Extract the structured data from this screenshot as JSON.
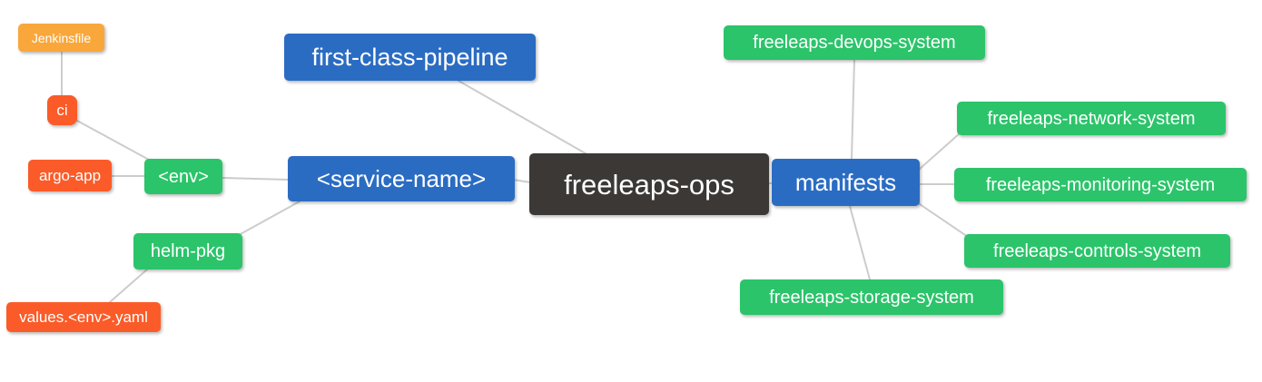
{
  "diagram": {
    "type": "mindmap",
    "root": "freeleaps-ops",
    "nodes": {
      "jenkinsfile": {
        "label": "Jenkinsfile",
        "color_role": "orange"
      },
      "ci": {
        "label": "ci",
        "color_role": "red"
      },
      "argo_app": {
        "label": "argo-app",
        "color_role": "red"
      },
      "env": {
        "label": "<env>",
        "color_role": "green"
      },
      "helm_pkg": {
        "label": "helm-pkg",
        "color_role": "green"
      },
      "values_yaml": {
        "label": "values.<env>.yaml",
        "color_role": "red"
      },
      "first_class_pipeline": {
        "label": "first-class-pipeline",
        "color_role": "blue"
      },
      "service_name": {
        "label": "<service-name>",
        "color_role": "blue"
      },
      "freeleaps_ops": {
        "label": "freeleaps-ops",
        "color_role": "dark"
      },
      "manifests": {
        "label": "manifests",
        "color_role": "blue"
      },
      "devops_system": {
        "label": "freeleaps-devops-system",
        "color_role": "green"
      },
      "network_system": {
        "label": "freeleaps-network-system",
        "color_role": "green"
      },
      "monitoring_system": {
        "label": "freeleaps-monitoring-system",
        "color_role": "green"
      },
      "controls_system": {
        "label": "freeleaps-controls-system",
        "color_role": "green"
      },
      "storage_system": {
        "label": "freeleaps-storage-system",
        "color_role": "green"
      }
    },
    "edges": [
      [
        "jenkinsfile",
        "ci"
      ],
      [
        "ci",
        "env"
      ],
      [
        "argo_app",
        "env"
      ],
      [
        "env",
        "service_name"
      ],
      [
        "helm_pkg",
        "service_name"
      ],
      [
        "helm_pkg",
        "values_yaml"
      ],
      [
        "first_class_pipeline",
        "freeleaps_ops"
      ],
      [
        "service_name",
        "freeleaps_ops"
      ],
      [
        "freeleaps_ops",
        "manifests"
      ],
      [
        "manifests",
        "devops_system"
      ],
      [
        "manifests",
        "network_system"
      ],
      [
        "manifests",
        "monitoring_system"
      ],
      [
        "manifests",
        "controls_system"
      ],
      [
        "manifests",
        "storage_system"
      ]
    ]
  },
  "colors": {
    "blue": "#2b6cc3",
    "green": "#2bc46a",
    "orange": "#f9a73b",
    "red": "#fb5b28",
    "dark": "#3b3835",
    "edge": "#cccccc",
    "text": "#ffffff",
    "background": "#ffffff"
  }
}
